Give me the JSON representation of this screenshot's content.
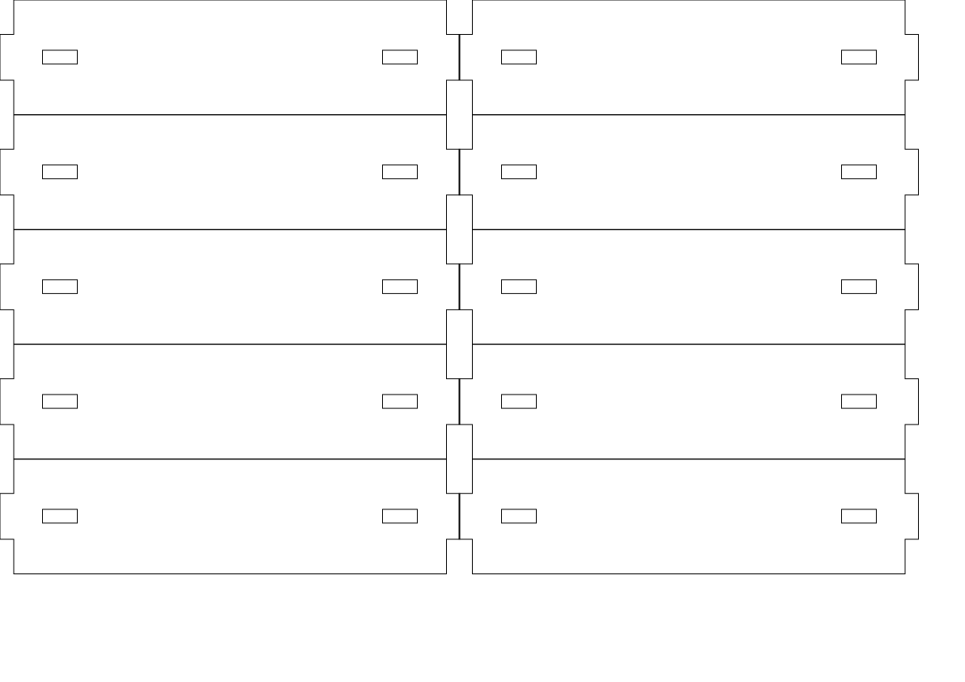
{
  "drawing": {
    "background_color": "#ffffff",
    "line_color": "#000000",
    "columns": 2,
    "rows": 5,
    "panels": [
      {
        "id": "left-panel-1",
        "slots": 2
      },
      {
        "id": "left-panel-2",
        "slots": 2
      },
      {
        "id": "left-panel-3",
        "slots": 2
      },
      {
        "id": "left-panel-4",
        "slots": 2
      },
      {
        "id": "left-panel-5",
        "slots": 2
      },
      {
        "id": "right-panel-1",
        "slots": 2
      },
      {
        "id": "right-panel-2",
        "slots": 2
      },
      {
        "id": "right-panel-3",
        "slots": 2
      },
      {
        "id": "right-panel-4",
        "slots": 2
      },
      {
        "id": "right-panel-5",
        "slots": 2
      }
    ]
  }
}
